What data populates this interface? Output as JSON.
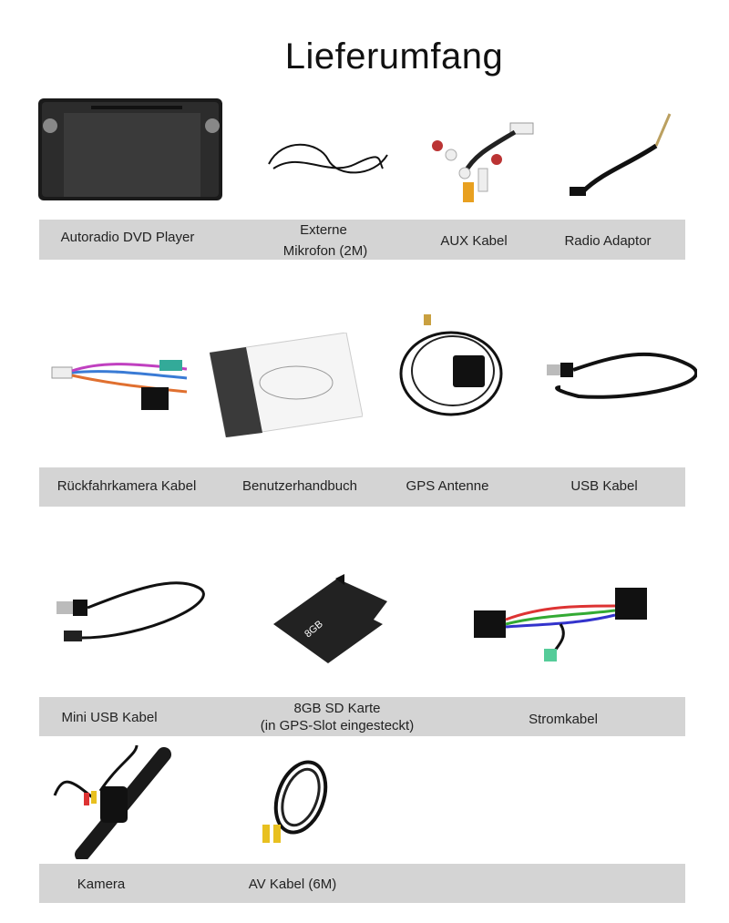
{
  "title": "Lieferumfang",
  "rows": [
    {
      "items": [
        {
          "label": "Autoradio DVD Player",
          "icon": "car-radio-dvd-player"
        },
        {
          "label_line1": "Externe",
          "label_line2": "Mikrofon (2M)",
          "icon": "microphone-cable"
        },
        {
          "label": "AUX Kabel",
          "icon": "aux-cable"
        },
        {
          "label": "Radio Adaptor",
          "icon": "radio-adaptor"
        }
      ]
    },
    {
      "items": [
        {
          "label": "Rückfahrkamera Kabel",
          "icon": "reverse-camera-cable"
        },
        {
          "label": "Benutzerhandbuch",
          "icon": "user-manual"
        },
        {
          "label": "GPS Antenne",
          "icon": "gps-antenna"
        },
        {
          "label": "USB Kabel",
          "icon": "usb-cable"
        }
      ]
    },
    {
      "items": [
        {
          "label": "Mini USB Kabel",
          "icon": "mini-usb-cable"
        },
        {
          "label_line1": "8GB SD Karte",
          "label_line2": "(in GPS-Slot eingesteckt)",
          "icon": "sd-card",
          "card_text": "8GB"
        },
        {
          "label": "Stromkabel",
          "icon": "power-cable"
        }
      ]
    },
    {
      "items": [
        {
          "label": "Kamera",
          "icon": "camera"
        },
        {
          "label": "AV Kabel (6M)",
          "icon": "av-cable"
        }
      ]
    }
  ]
}
